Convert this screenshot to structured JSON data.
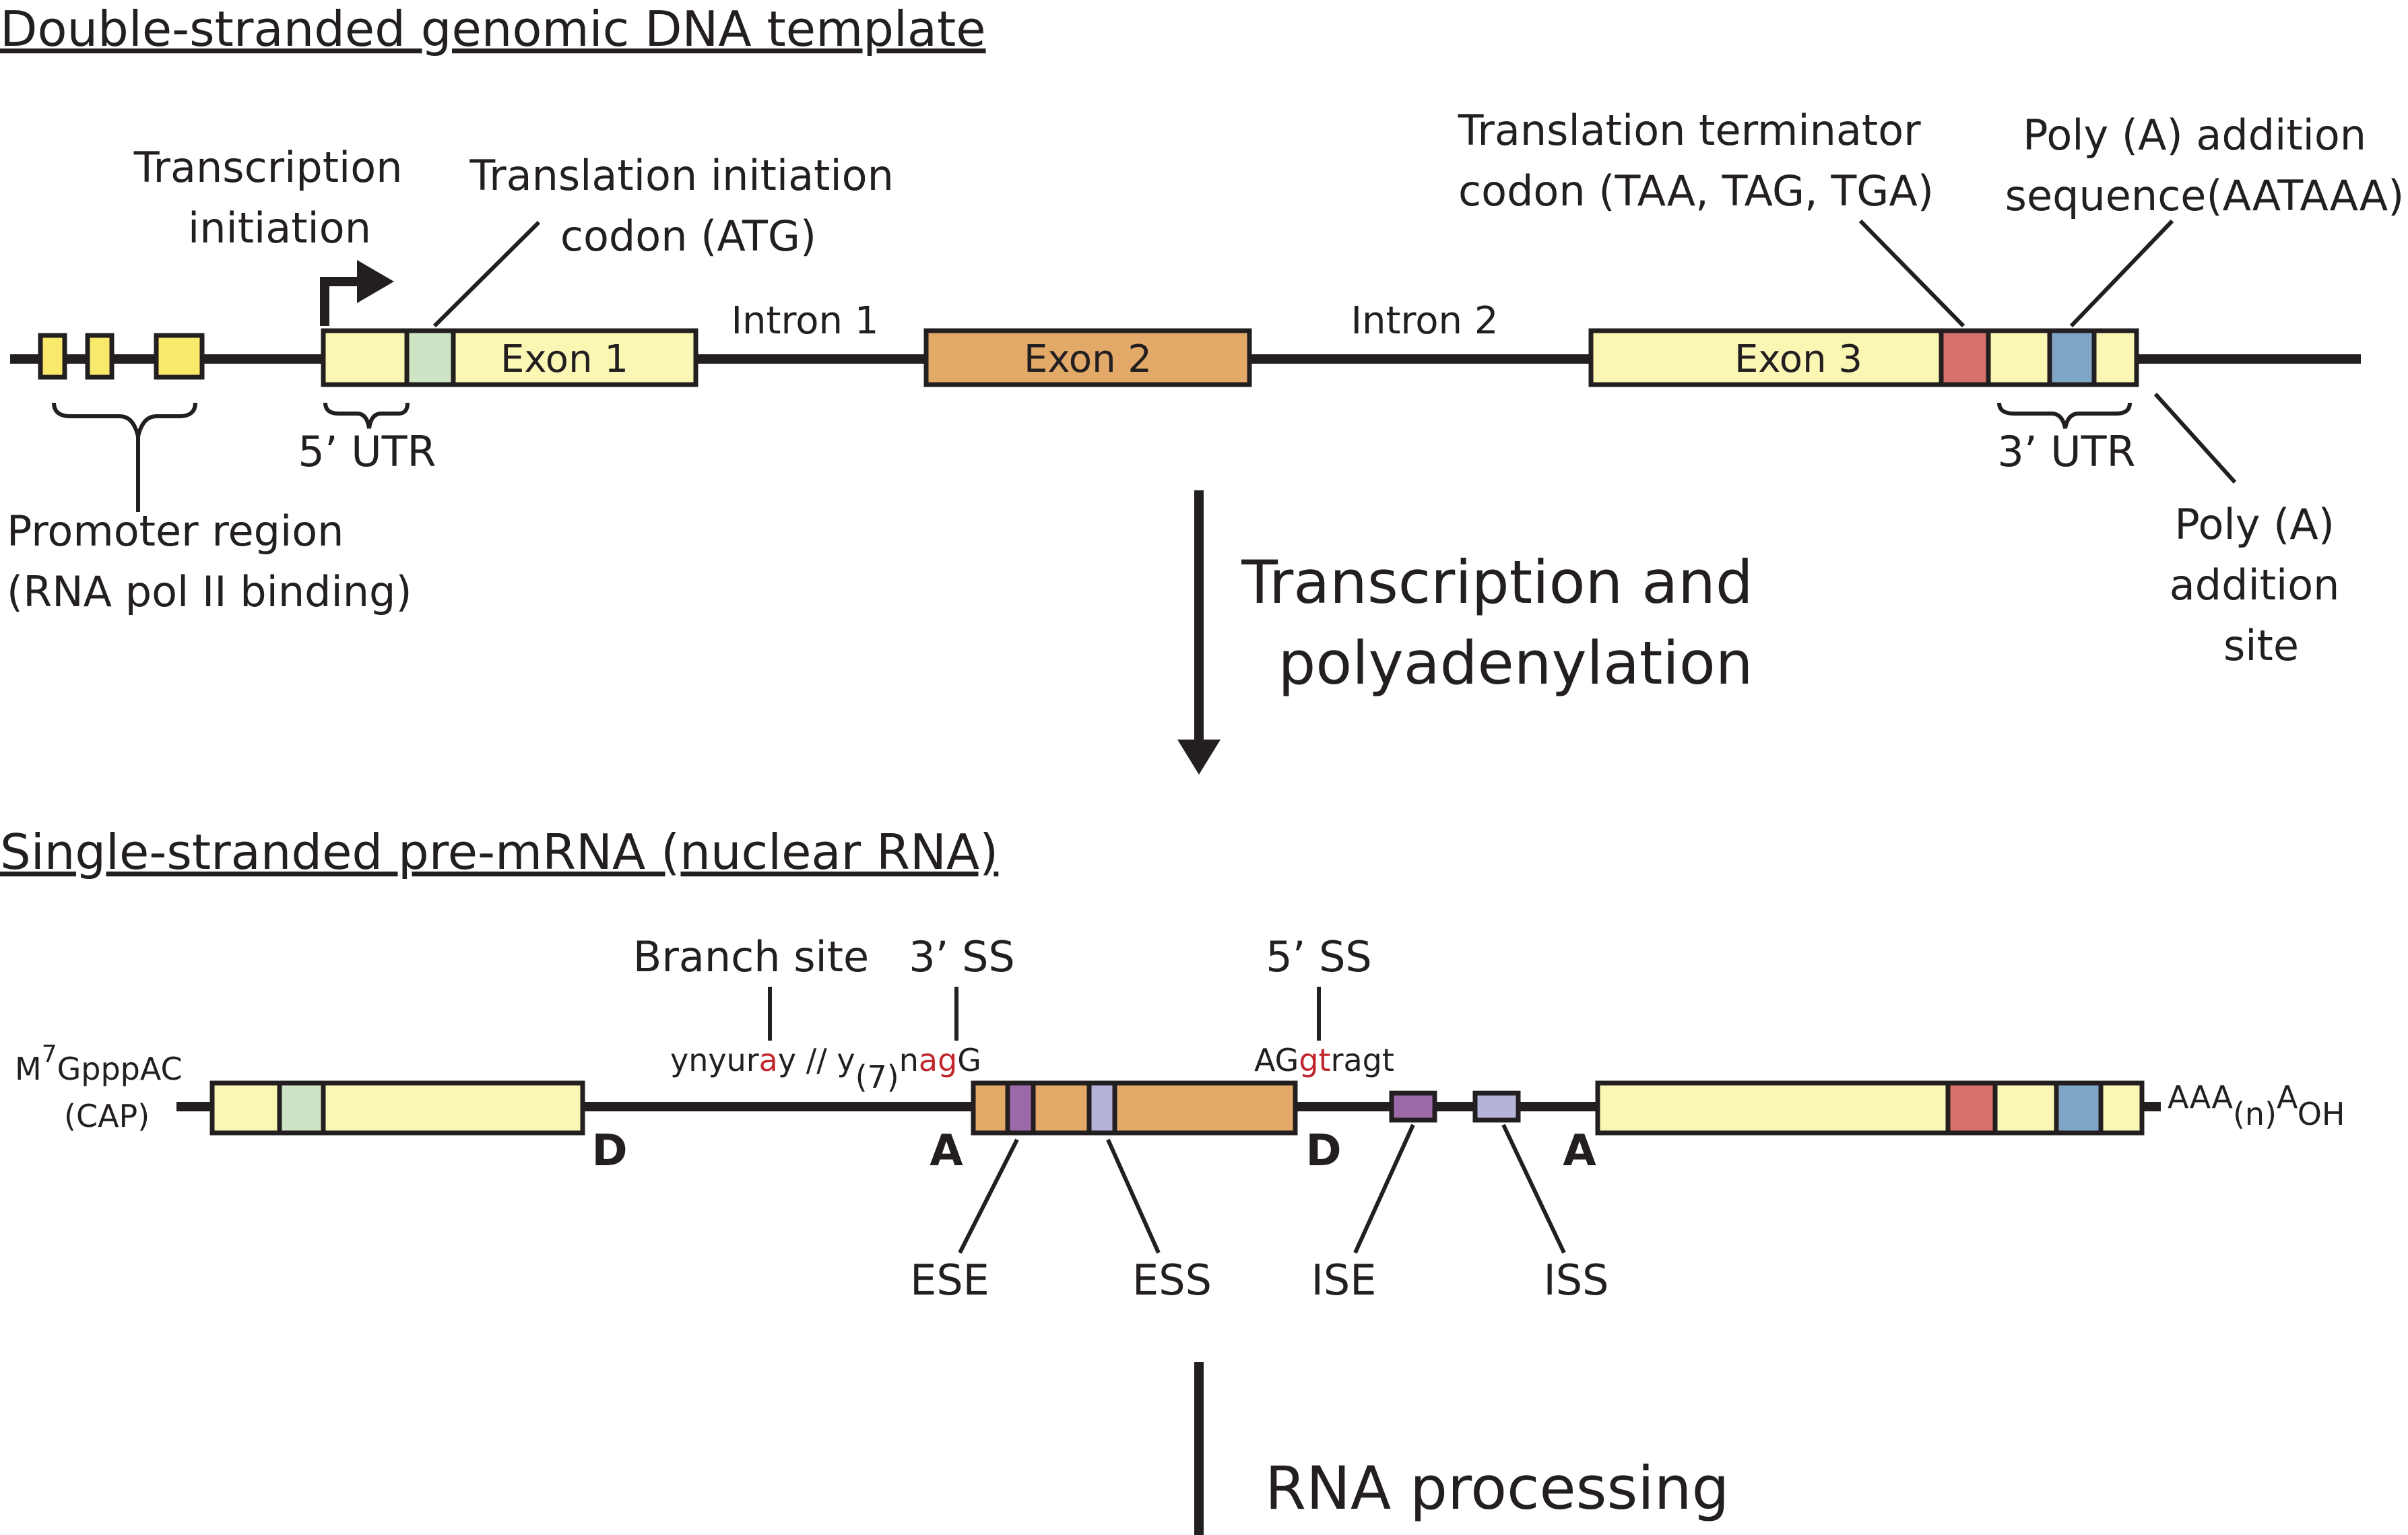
{
  "titles": {
    "dna": "Double-stranded genomic DNA template",
    "premrna": "Single-stranded pre-mRNA (nuclear RNA)"
  },
  "dna": {
    "transcription_initiation": [
      "Transcription",
      "initiation"
    ],
    "translation_initiation": [
      "Translation initiation",
      "codon (ATG)"
    ],
    "translation_terminator": [
      "Translation terminator",
      "codon (TAA, TAG, TGA)"
    ],
    "polya_sequence": [
      "Poly (A) addition",
      "sequence(AATAAA)"
    ],
    "intron1": "Intron 1",
    "intron2": "Intron 2",
    "exon1": "Exon 1",
    "exon2": "Exon 2",
    "exon3": "Exon 3",
    "utr5": "5’ UTR",
    "utr3": "3’ UTR",
    "promoter": [
      "Promoter region",
      "(RNA pol II binding)"
    ],
    "polya_site": [
      "Poly (A)",
      "addition",
      "site"
    ]
  },
  "steps": {
    "transcription": [
      "Transcription and",
      "polyadenylation"
    ],
    "processing": "RNA processing"
  },
  "premrna": {
    "branch_site": "Branch site",
    "ss3": "3’ SS",
    "ss5": "5’ SS",
    "branch_seq": {
      "a": "ynyur",
      "b": "a",
      "c": "y // y",
      "d": "(7)",
      "e": "n",
      "f": "ag",
      "g": "G"
    },
    "donor_seq": {
      "a": "AG",
      "b": "gt",
      "c": "ragt"
    },
    "cap": {
      "m": "M",
      "sup": "7",
      "rest": "GpppAC",
      "label": "(CAP)"
    },
    "tail": {
      "a": "AAA",
      "n": "(n)",
      "b": "A",
      "oh": "OH"
    },
    "d_label": "D",
    "a_label": "A",
    "ese": "ESE",
    "ess": "ESS",
    "ise": "ISE",
    "iss": "ISS"
  },
  "colors": {
    "exon": "#faf7b4",
    "exon2": "#e3a969",
    "promoter": "#f8e96a",
    "atg": "#cfe3c5",
    "stop": "#d6716b",
    "polya": "#7fa6c6",
    "ese": "#9c6aa8",
    "ess": "#b6b3d8",
    "line": "#231f20"
  }
}
